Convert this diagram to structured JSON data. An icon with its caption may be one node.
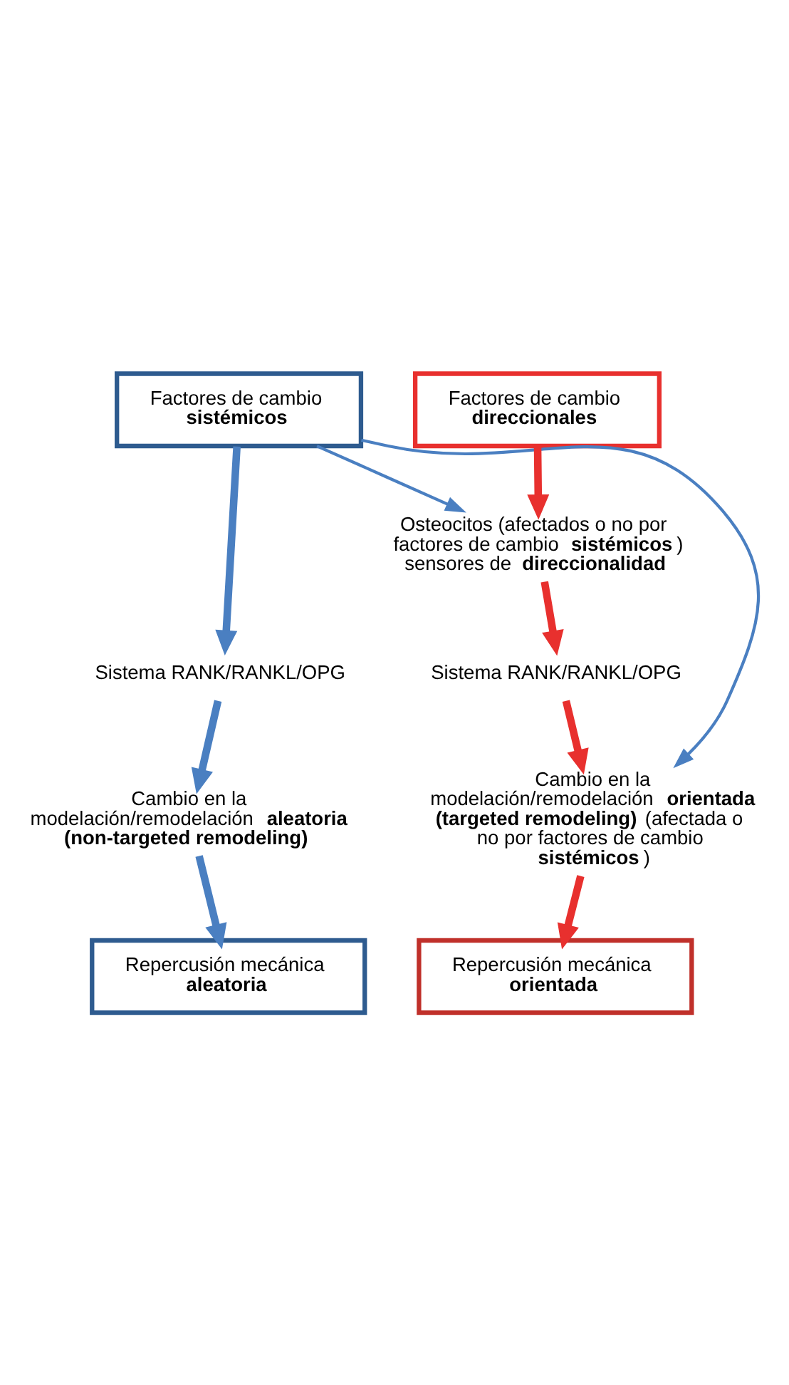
{
  "diagram": {
    "nodes": [
      {
        "text": [
          "Factores de cambio",
          "**sistémicos**"
        ]
      },
      {
        "text": [
          "Factores de cambio",
          "**direccionales**"
        ]
      },
      {
        "text": [
          "Osteocitos (afectados o no por factores de cambio **sistémicos**) sensores de **direccionalidad**"
        ]
      },
      {
        "text": [
          "Sistema RANK/RANKL/OPG"
        ]
      },
      {
        "text": [
          "Sistema RANK/RANKL/OPG"
        ]
      },
      {
        "text": [
          "Cambio en la modelación/remodelación **aleatoria (non-targeted remodeling)**"
        ]
      },
      {
        "text": [
          "Cambio en la modelación/remodelación **orientada (targeted remodeling)** (afectada o no por factores de cambio **sistémicos**)"
        ]
      },
      {
        "text": [
          "Repercusión mecánica",
          "**aleatoria**"
        ]
      },
      {
        "text": [
          "Repercusión mecánica",
          "**orientada**"
        ]
      }
    ],
    "edges": [
      {
        "from": 0,
        "to": 3,
        "arrow": "to",
        "color": "#4a7fc1"
      },
      {
        "from": 0,
        "to": 2,
        "arrow": "to",
        "color": "#4a7fc1"
      },
      {
        "from": 0,
        "to": 6,
        "arrow": "to",
        "color": "#4a7fc1"
      },
      {
        "from": 3,
        "to": 5,
        "arrow": "to",
        "color": "#4a7fc1"
      },
      {
        "from": 5,
        "to": 7,
        "arrow": "to",
        "color": "#4a7fc1"
      },
      {
        "from": 1,
        "to": 2,
        "arrow": "to",
        "color": "#e8302e"
      },
      {
        "from": 2,
        "to": 4,
        "arrow": "to",
        "color": "#e8302e"
      },
      {
        "from": 4,
        "to": 6,
        "arrow": "to",
        "color": "#e8302e"
      },
      {
        "from": 6,
        "to": 8,
        "arrow": "to",
        "color": "#e8302e"
      }
    ]
  }
}
